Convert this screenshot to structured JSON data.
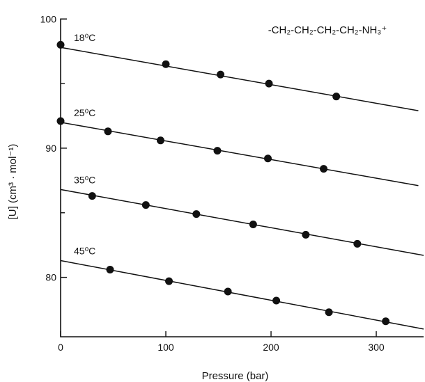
{
  "chart_data": {
    "type": "scatter",
    "xlabel": "Pressure (bar)",
    "ylabel": "[U] (cm³ · mol⁻¹)",
    "xlim": [
      0,
      345
    ],
    "ylim": [
      75.4,
      100.5
    ],
    "xticks": [
      0,
      100,
      200,
      300
    ],
    "yticks": [
      80,
      90,
      100
    ],
    "yminor": [
      85,
      95
    ],
    "annotation": "-CH₂-CH₂-CH₂-CH₂-NH₃⁺",
    "series": [
      {
        "name": "18⁰C",
        "points": [
          [
            0,
            98.0
          ],
          [
            100,
            96.5
          ],
          [
            152,
            95.7
          ],
          [
            198,
            95.0
          ],
          [
            262,
            94.0
          ]
        ],
        "fit": [
          [
            0,
            97.8
          ],
          [
            340,
            92.9
          ]
        ]
      },
      {
        "name": "25⁰C",
        "points": [
          [
            0,
            92.1
          ],
          [
            45,
            91.3
          ],
          [
            95,
            90.6
          ],
          [
            149,
            89.8
          ],
          [
            197,
            89.2
          ],
          [
            250,
            88.4
          ]
        ],
        "fit": [
          [
            0,
            92.0
          ],
          [
            340,
            87.1
          ]
        ]
      },
      {
        "name": "35⁰C",
        "points": [
          [
            30,
            86.3
          ],
          [
            81,
            85.6
          ],
          [
            129,
            84.9
          ],
          [
            183,
            84.1
          ],
          [
            233,
            83.3
          ],
          [
            282,
            82.6
          ]
        ],
        "fit": [
          [
            0,
            86.8
          ],
          [
            345,
            81.7
          ]
        ]
      },
      {
        "name": "45⁰C",
        "points": [
          [
            47,
            80.6
          ],
          [
            103,
            79.7
          ],
          [
            159,
            78.9
          ],
          [
            205,
            78.2
          ],
          [
            255,
            77.3
          ],
          [
            309,
            76.6
          ]
        ],
        "fit": [
          [
            0,
            81.3
          ],
          [
            345,
            76.0
          ]
        ]
      }
    ]
  }
}
